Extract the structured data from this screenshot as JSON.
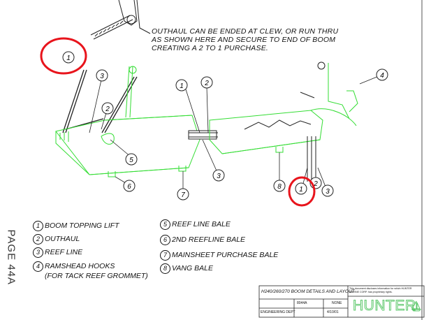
{
  "note": [
    "OUTHAUL CAN BE ENDED AT CLEW, OR RUN THRU",
    "AS SHOWN HERE AND SECURE TO END OF BOOM",
    "CREATING A 2 TO 1 PURCHASE."
  ],
  "page_label": "PAGE 44A",
  "callouts": [
    "1",
    "3",
    "2",
    "5",
    "1",
    "2",
    "3",
    "6",
    "7",
    "4",
    "8",
    "1",
    "2",
    "3"
  ],
  "legend": [
    {
      "num": "1",
      "text": "BOOM TOPPING LIFT"
    },
    {
      "num": "2",
      "text": "OUTHAUL"
    },
    {
      "num": "3",
      "text": "REEF LINE"
    },
    {
      "num": "4",
      "text": "RAMSHEAD HOOKS",
      "text2": "(FOR TACK REEF GROMMET)"
    },
    {
      "num": "5",
      "text": "REEF LINE BALE"
    },
    {
      "num": "6",
      "text": "2ND REEFLINE BALE"
    },
    {
      "num": "7",
      "text": "MAINSHEET PURCHASE BALE"
    },
    {
      "num": "8",
      "text": "VANG BALE"
    }
  ],
  "title_block": {
    "title": "H240/260/270 BOOM DETAILS AND LAYOUT",
    "drawing_no": "8044A",
    "scale": "NONE",
    "dept": "ENGINEERING DEPT",
    "date": "4/10/01",
    "disclaimer": "This document discloses information for which HUNTER MARINE CORP. has proprietary rights.",
    "brand": "HUNTER"
  },
  "colors": {
    "drawing": "#33dd33",
    "ink": "#111111",
    "highlight": "#e8141c",
    "brand": "#5ec86c"
  }
}
